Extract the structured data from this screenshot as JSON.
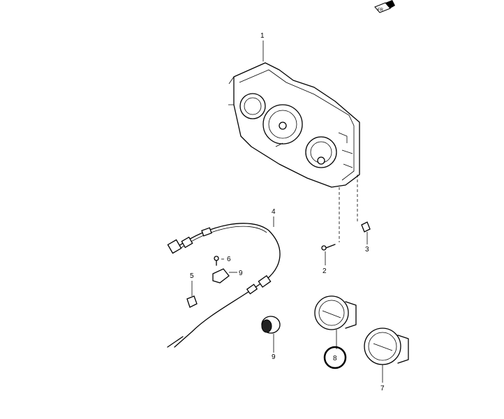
{
  "callouts": {
    "c1": "1",
    "c2": "2",
    "c3": "3",
    "c4": "4",
    "c5": "5",
    "c6": "6",
    "c7": "7",
    "c8": "8",
    "c9a": "9",
    "c9b": "9"
  },
  "front_marker": "FR",
  "highlight_color": "#000000"
}
